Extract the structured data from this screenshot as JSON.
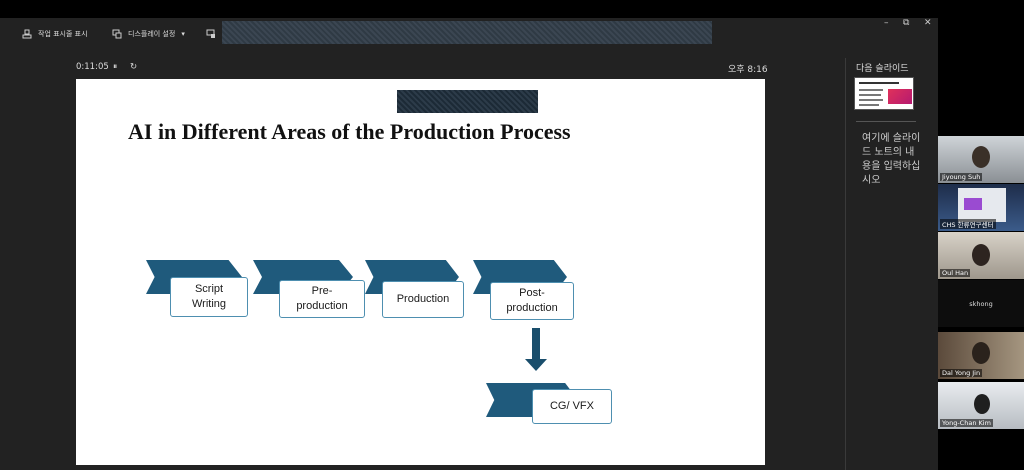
{
  "toolbar": {
    "show_taskbar": "작업 표시줄 표시",
    "display_settings": "디스플레이 설정",
    "dropdown_caret": "▾"
  },
  "window_controls": {
    "minimize": "–",
    "restore": "⧉",
    "close": "✕"
  },
  "presenter": {
    "elapsed": "0:11:05",
    "pause_icon": "⏸",
    "reset_icon": "↻",
    "clock": "오후 8:16"
  },
  "slide": {
    "title": "AI in Different Areas of the Production Process",
    "steps": [
      "Script Writing",
      "Pre-production",
      "Production",
      "Post-production"
    ],
    "extra_step": "CG/ VFX"
  },
  "step_display": {
    "s0": "Script\nWriting",
    "s1": "Pre-\nproduction",
    "s2": "Production",
    "s3": "Post-\nproduction",
    "s4": "CG/ VFX"
  },
  "sidebar": {
    "next_slide_label": "다음 슬라이드",
    "notes_placeholder": "여기에 슬라이드 노트의 내용을 입력하십시오"
  },
  "participants": [
    {
      "name": "Jiyoung Suh"
    },
    {
      "name": "CHS 한류연구센터"
    },
    {
      "name": "Oul Han"
    },
    {
      "name": "skhong"
    },
    {
      "name": "Dal Yong Jin"
    },
    {
      "name": "Yong-Chan Kim"
    }
  ],
  "colors": {
    "chevron": "#1f5a7c",
    "box_border": "#4e8fb0",
    "arrow": "#1a4e6c",
    "app_bg": "#222222"
  },
  "icons": [
    "taskbar-icon",
    "display-settings-icon",
    "presenter-view-icon",
    "pause-icon",
    "reset-icon",
    "arrow-down-icon"
  ]
}
